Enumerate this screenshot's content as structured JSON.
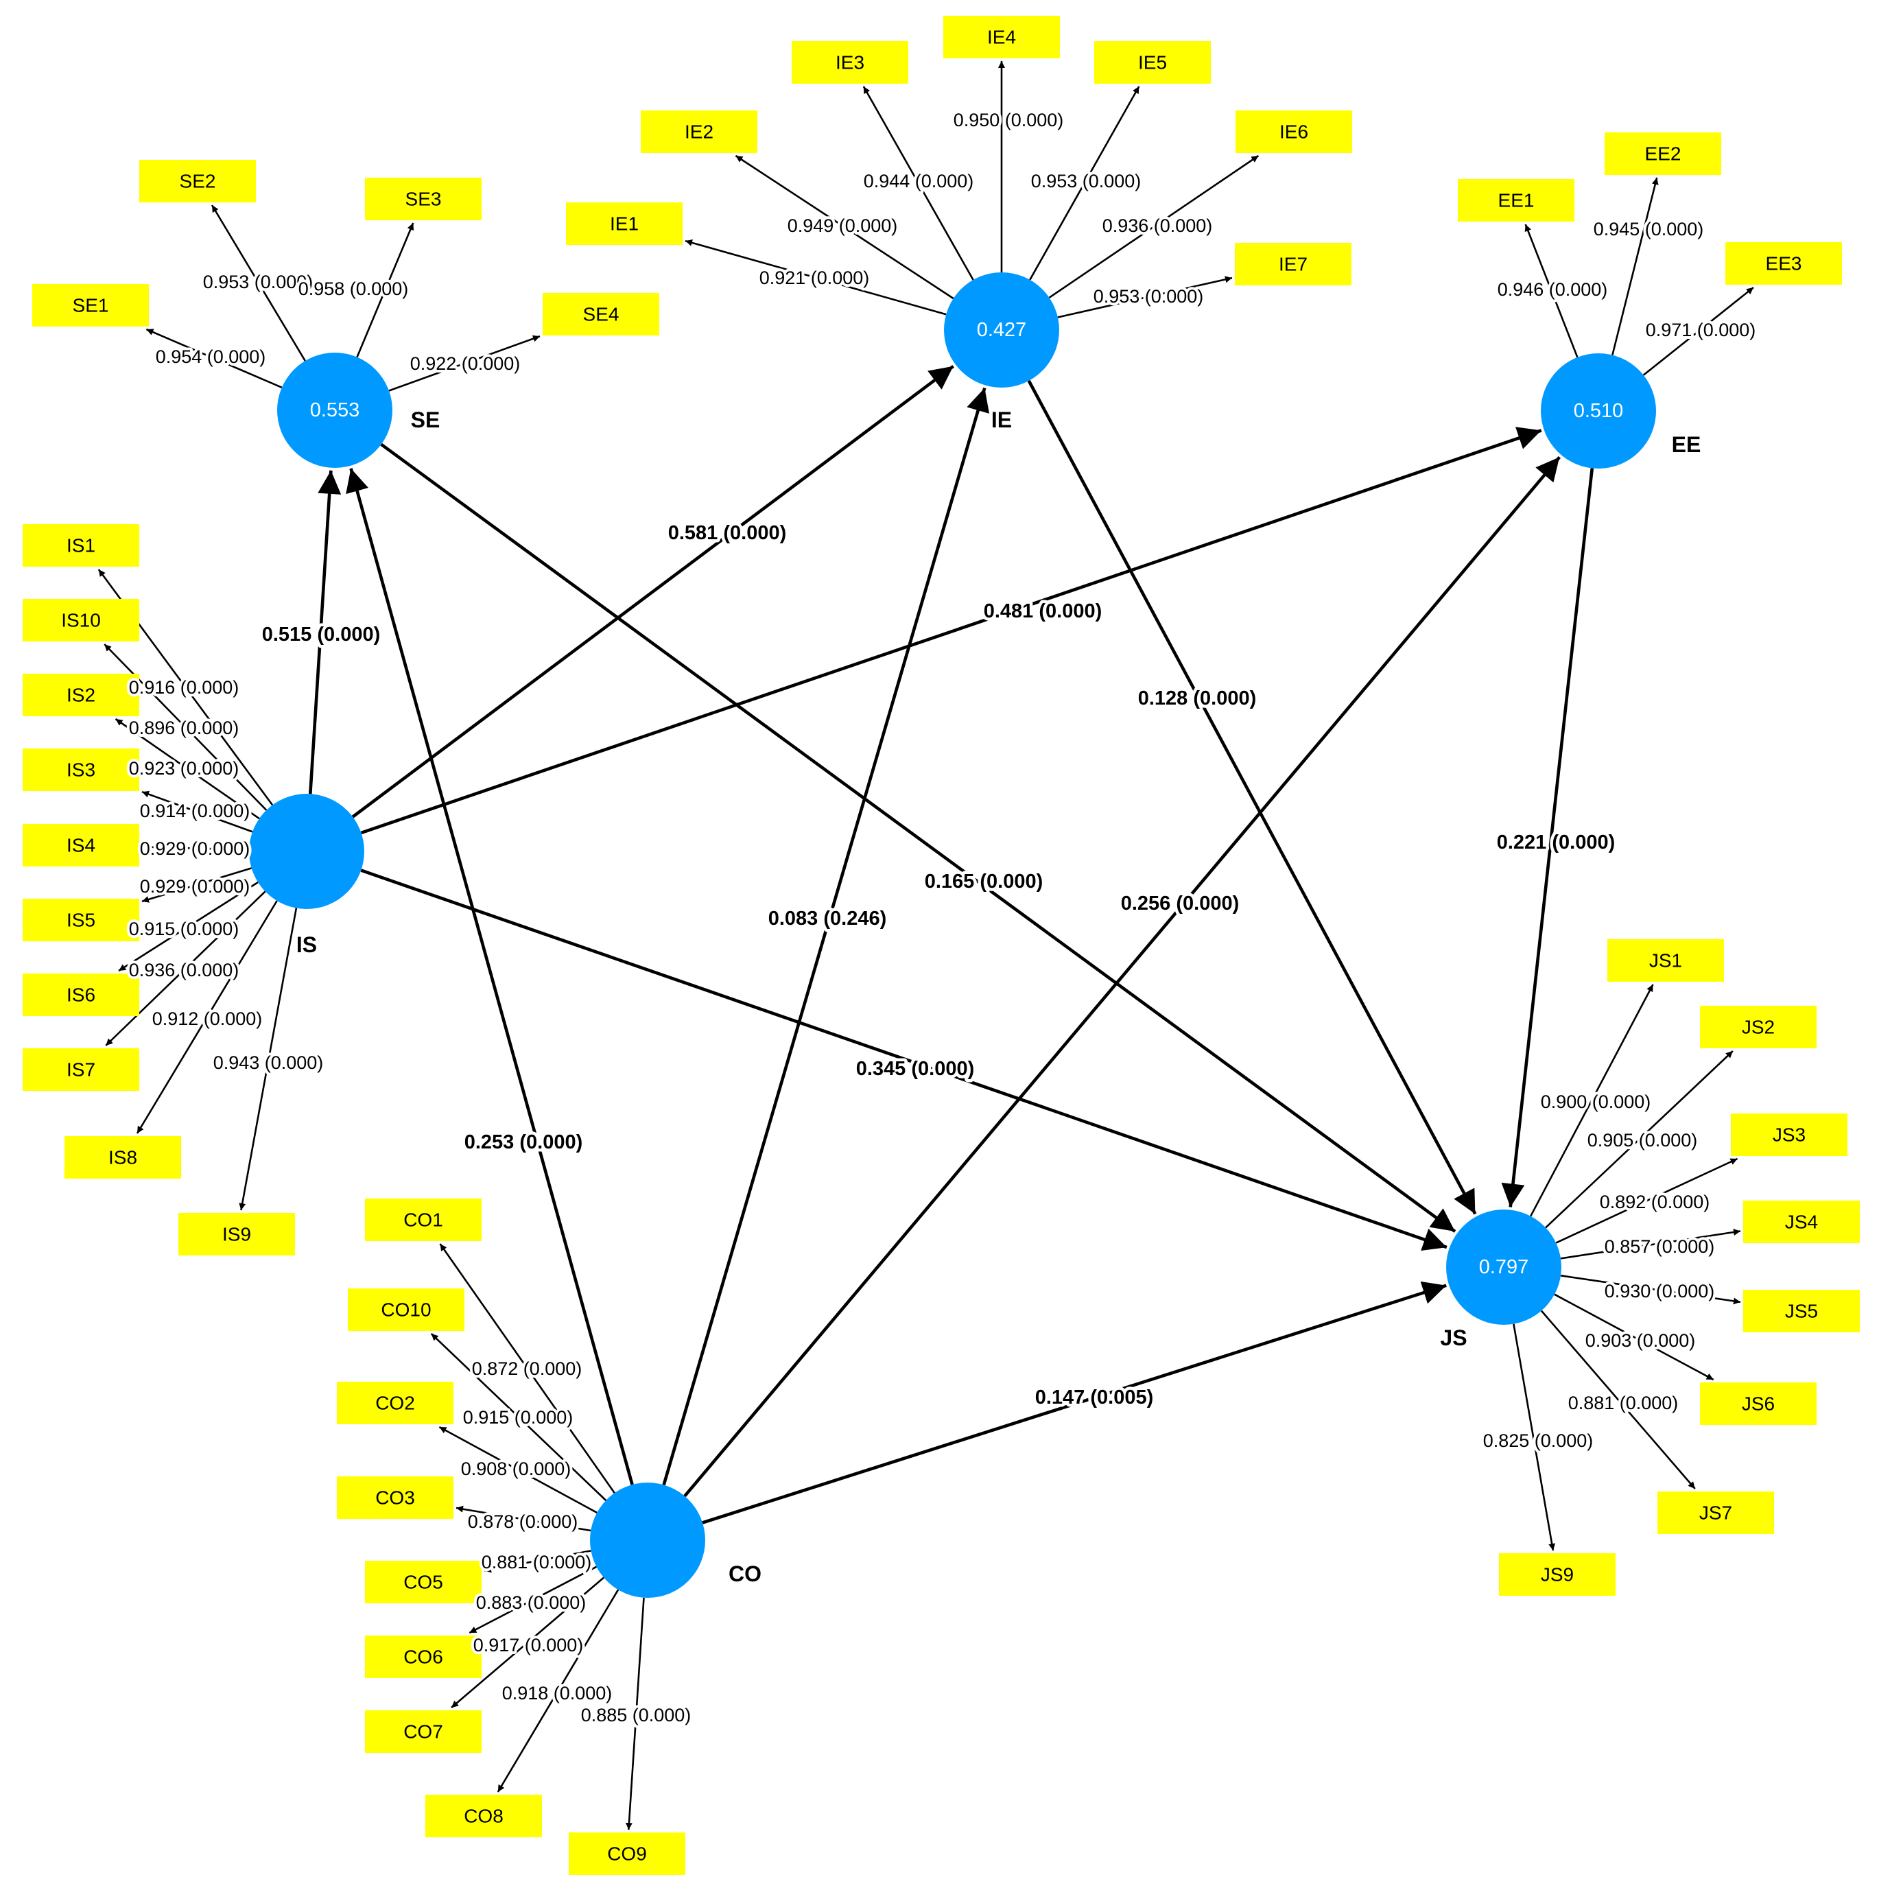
{
  "colors": {
    "latent": "#0099ff",
    "indicator": "#ffff00",
    "line": "#000000"
  },
  "latents": [
    {
      "id": "SE",
      "label": "SE",
      "value": "0.553"
    },
    {
      "id": "IE",
      "label": "IE",
      "value": "0.427"
    },
    {
      "id": "EE",
      "label": "EE",
      "value": "0.510"
    },
    {
      "id": "IS",
      "label": "IS",
      "value": ""
    },
    {
      "id": "CO",
      "label": "CO",
      "value": ""
    },
    {
      "id": "JS",
      "label": "JS",
      "value": "0.797"
    }
  ],
  "indicators": [
    {
      "id": "SE1",
      "latent": "SE",
      "loading": "0.954 (0.000)"
    },
    {
      "id": "SE2",
      "latent": "SE",
      "loading": "0.953 (0.000)"
    },
    {
      "id": "SE3",
      "latent": "SE",
      "loading": "0.958 (0.000)"
    },
    {
      "id": "SE4",
      "latent": "SE",
      "loading": "0.922 (0.000)"
    },
    {
      "id": "IE1",
      "latent": "IE",
      "loading": "0.921 (0.000)"
    },
    {
      "id": "IE2",
      "latent": "IE",
      "loading": "0.949 (0.000)"
    },
    {
      "id": "IE3",
      "latent": "IE",
      "loading": "0.944 (0.000)"
    },
    {
      "id": "IE4",
      "latent": "IE",
      "loading": "0.950 (0.000)"
    },
    {
      "id": "IE5",
      "latent": "IE",
      "loading": "0.953 (0.000)"
    },
    {
      "id": "IE6",
      "latent": "IE",
      "loading": "0.936 (0.000)"
    },
    {
      "id": "IE7",
      "latent": "IE",
      "loading": "0.953 (0.000)"
    },
    {
      "id": "EE1",
      "latent": "EE",
      "loading": "0.946 (0.000)"
    },
    {
      "id": "EE2",
      "latent": "EE",
      "loading": "0.945 (0.000)"
    },
    {
      "id": "EE3",
      "latent": "EE",
      "loading": "0.971 (0.000)"
    },
    {
      "id": "IS1",
      "latent": "IS",
      "loading": "0.916 (0.000)"
    },
    {
      "id": "IS10",
      "latent": "IS",
      "loading": "0.896 (0.000)"
    },
    {
      "id": "IS2",
      "latent": "IS",
      "loading": "0.923 (0.000)"
    },
    {
      "id": "IS3",
      "latent": "IS",
      "loading": "0.914 (0.000)"
    },
    {
      "id": "IS4",
      "latent": "IS",
      "loading": "0.929 (0.000)"
    },
    {
      "id": "IS5",
      "latent": "IS",
      "loading": "0.929 (0.000)"
    },
    {
      "id": "IS6",
      "latent": "IS",
      "loading": "0.915 (0.000)"
    },
    {
      "id": "IS7",
      "latent": "IS",
      "loading": "0.936 (0.000)"
    },
    {
      "id": "IS8",
      "latent": "IS",
      "loading": "0.912 (0.000)"
    },
    {
      "id": "IS9",
      "latent": "IS",
      "loading": "0.943 (0.000)"
    },
    {
      "id": "CO1",
      "latent": "CO",
      "loading": "0.872 (0.000)"
    },
    {
      "id": "CO10",
      "latent": "CO",
      "loading": "0.915 (0.000)"
    },
    {
      "id": "CO2",
      "latent": "CO",
      "loading": "0.908 (0.000)"
    },
    {
      "id": "CO3",
      "latent": "CO",
      "loading": "0.878 (0.000)"
    },
    {
      "id": "CO5",
      "latent": "CO",
      "loading": "0.881 (0.000)"
    },
    {
      "id": "CO6",
      "latent": "CO",
      "loading": "0.883 (0.000)"
    },
    {
      "id": "CO7",
      "latent": "CO",
      "loading": "0.917 (0.000)"
    },
    {
      "id": "CO8",
      "latent": "CO",
      "loading": "0.918 (0.000)"
    },
    {
      "id": "CO9",
      "latent": "CO",
      "loading": "0.885 (0.000)"
    },
    {
      "id": "JS1",
      "latent": "JS",
      "loading": "0.900 (0.000)"
    },
    {
      "id": "JS2",
      "latent": "JS",
      "loading": "0.905 (0.000)"
    },
    {
      "id": "JS3",
      "latent": "JS",
      "loading": "0.892 (0.000)"
    },
    {
      "id": "JS4",
      "latent": "JS",
      "loading": "0.857 (0.000)"
    },
    {
      "id": "JS5",
      "latent": "JS",
      "loading": "0.930 (0.000)"
    },
    {
      "id": "JS6",
      "latent": "JS",
      "loading": "0.903 (0.000)"
    },
    {
      "id": "JS7",
      "latent": "JS",
      "loading": "0.881 (0.000)"
    },
    {
      "id": "JS9",
      "latent": "JS",
      "loading": "0.825 (0.000)"
    }
  ],
  "paths": [
    {
      "from": "IS",
      "to": "SE",
      "label": "0.515 (0.000)"
    },
    {
      "from": "IS",
      "to": "IE",
      "label": "0.581 (0.000)"
    },
    {
      "from": "IS",
      "to": "EE",
      "label": "0.481 (0.000)"
    },
    {
      "from": "IS",
      "to": "JS",
      "label": "0.345 (0.000)"
    },
    {
      "from": "SE",
      "to": "JS",
      "label": "0.165 (0.000)"
    },
    {
      "from": "IE",
      "to": "JS",
      "label": "0.128 (0.000)"
    },
    {
      "from": "EE",
      "to": "JS",
      "label": "0.221 (0.000)"
    },
    {
      "from": "CO",
      "to": "SE",
      "label": "0.253 (0.000)"
    },
    {
      "from": "CO",
      "to": "IE",
      "label": "0.083 (0.246)"
    },
    {
      "from": "CO",
      "to": "EE",
      "label": "0.256 (0.000)"
    },
    {
      "from": "CO",
      "to": "JS",
      "label": "0.147 (0.005)"
    }
  ]
}
